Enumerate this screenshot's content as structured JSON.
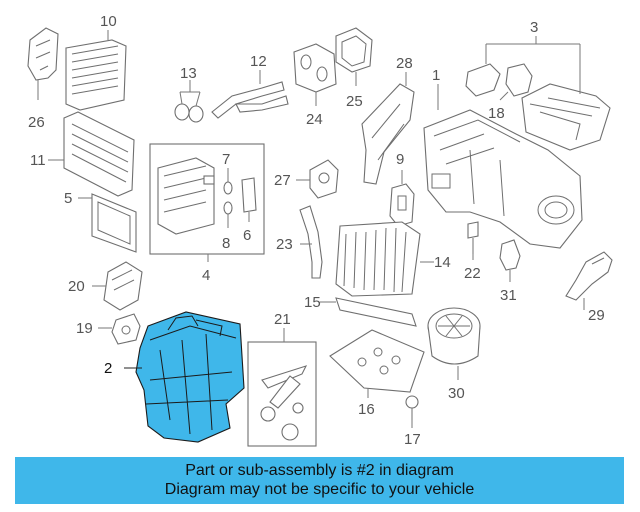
{
  "diagram": {
    "callouts": [
      "1",
      "2",
      "3",
      "4",
      "5",
      "6",
      "7",
      "8",
      "9",
      "10",
      "11",
      "12",
      "13",
      "14",
      "15",
      "16",
      "17",
      "18",
      "19",
      "20",
      "21",
      "22",
      "23",
      "24",
      "25",
      "26",
      "27",
      "28",
      "29",
      "30",
      "31"
    ],
    "highlight_color": "#3fb7ea"
  },
  "banner": {
    "line1": "Part or sub-assembly is #2 in diagram",
    "line2": "Diagram may not be specific to your vehicle",
    "color": "#3fb7ea"
  }
}
